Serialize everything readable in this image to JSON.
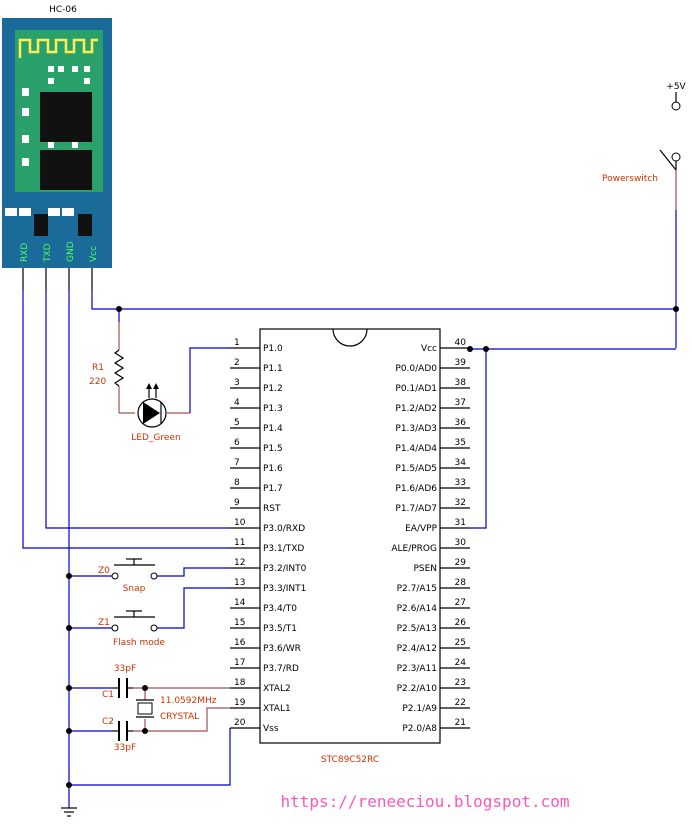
{
  "module": {
    "title": "HC-06",
    "pins": [
      "RXD",
      "TXD",
      "GND",
      "Vcc"
    ]
  },
  "power": {
    "supply": "+5V",
    "switch": "Powerswitch"
  },
  "resistor": {
    "ref": "R1",
    "value": "220"
  },
  "led": {
    "label": "LED_Green"
  },
  "buttons": {
    "snap": {
      "ref": "Z0",
      "label": "Snap"
    },
    "flash": {
      "ref": "Z1",
      "label": "Flash mode"
    }
  },
  "crystal": {
    "c1": "C1",
    "c2": "C2",
    "cap_value_top": "33pF",
    "cap_value_bottom": "33pF",
    "freq": "11.0592MHz",
    "name": "CRYSTAL"
  },
  "mcu": {
    "name": "STC89C52RC",
    "left_pins": [
      {
        "num": "1",
        "name": "P1.0"
      },
      {
        "num": "2",
        "name": "P1.1"
      },
      {
        "num": "3",
        "name": "P1.2"
      },
      {
        "num": "4",
        "name": "P1.3"
      },
      {
        "num": "5",
        "name": "P1.4"
      },
      {
        "num": "6",
        "name": "P1.5"
      },
      {
        "num": "7",
        "name": "P1.6"
      },
      {
        "num": "8",
        "name": "P1.7"
      },
      {
        "num": "9",
        "name": "RST"
      },
      {
        "num": "10",
        "name": "P3.0/RXD"
      },
      {
        "num": "11",
        "name": "P3.1/TXD"
      },
      {
        "num": "12",
        "name": "P3.2/INT0"
      },
      {
        "num": "13",
        "name": "P3.3/INT1"
      },
      {
        "num": "14",
        "name": "P3.4/T0"
      },
      {
        "num": "15",
        "name": "P3.5/T1"
      },
      {
        "num": "16",
        "name": "P3.6/WR"
      },
      {
        "num": "17",
        "name": "P3.7/RD"
      },
      {
        "num": "18",
        "name": "XTAL2"
      },
      {
        "num": "19",
        "name": "XTAL1"
      },
      {
        "num": "20",
        "name": "Vss"
      }
    ],
    "right_pins": [
      {
        "num": "40",
        "name": "Vcc"
      },
      {
        "num": "39",
        "name": "P0.0/AD0"
      },
      {
        "num": "38",
        "name": "P0.1/AD1"
      },
      {
        "num": "37",
        "name": "P1.2/AD2"
      },
      {
        "num": "36",
        "name": "P1.3/AD3"
      },
      {
        "num": "35",
        "name": "P1.4/AD4"
      },
      {
        "num": "34",
        "name": "P1.5/AD5"
      },
      {
        "num": "33",
        "name": "P1.6/AD6"
      },
      {
        "num": "32",
        "name": "P1.7/AD7"
      },
      {
        "num": "31",
        "name": "EA/VPP"
      },
      {
        "num": "30",
        "name": "ALE/PROG"
      },
      {
        "num": "29",
        "name": "PSEN"
      },
      {
        "num": "28",
        "name": "P2.7/A15"
      },
      {
        "num": "27",
        "name": "P2.6/A14"
      },
      {
        "num": "26",
        "name": "P2.5/A13"
      },
      {
        "num": "25",
        "name": "P2.4/A12"
      },
      {
        "num": "24",
        "name": "P2.3/A11"
      },
      {
        "num": "23",
        "name": "P2.2/A10"
      },
      {
        "num": "22",
        "name": "P2.1/A9"
      },
      {
        "num": "21",
        "name": "P2.0/A8"
      }
    ]
  },
  "url": "https://reneeciou.blogspot.com",
  "colors": {
    "wire": "#0000cc",
    "module_body": "#1a6b9a",
    "module_pcb": "#2aa06a",
    "url": "#ff55bb",
    "component_label": "#cc3300"
  }
}
